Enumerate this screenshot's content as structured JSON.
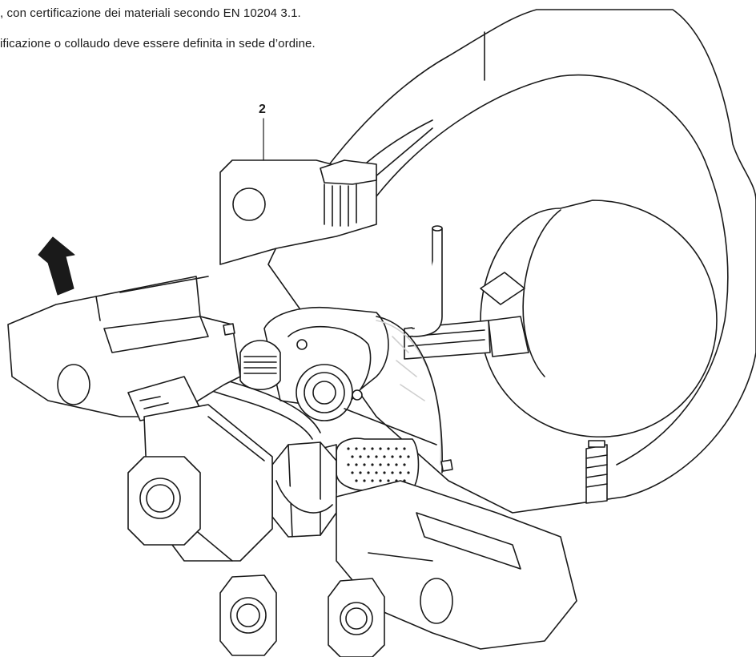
{
  "text": {
    "line1": ", con certificazione dei materiali secondo EN 10204 3.1.",
    "line2": "ificazione o collaudo deve essere definita in sede d’ordine."
  },
  "callouts": [
    {
      "label": "2"
    }
  ],
  "colors": {
    "stroke": "#1a1a1a",
    "fill": "#ffffff",
    "arrow": "#1a1a1a",
    "ghost": "#cfcfcf"
  }
}
